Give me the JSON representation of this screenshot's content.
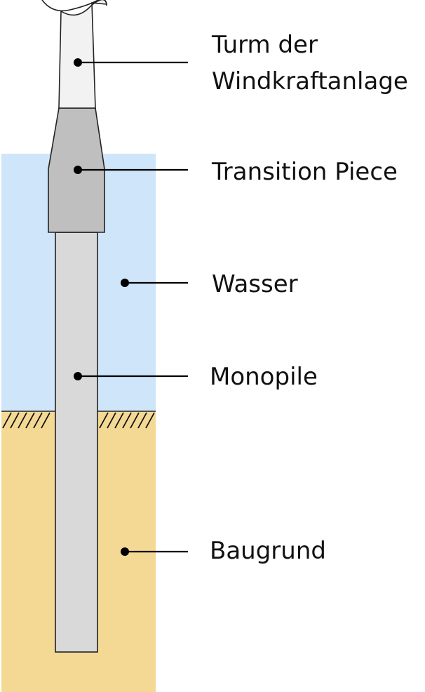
{
  "labels": {
    "tower_line1": "Turm der",
    "tower_line2": "Windkraftanlage",
    "transition_piece": "Transition Piece",
    "water": "Wasser",
    "monopile": "Monopile",
    "subsoil": "Baugrund"
  },
  "colors": {
    "water": "#cfe5fa",
    "subsoil": "#f4d994",
    "tower": "#f2f2f2",
    "transition_piece": "#bfbfbf",
    "monopile": "#d9d9d9",
    "outline": "#222222"
  }
}
